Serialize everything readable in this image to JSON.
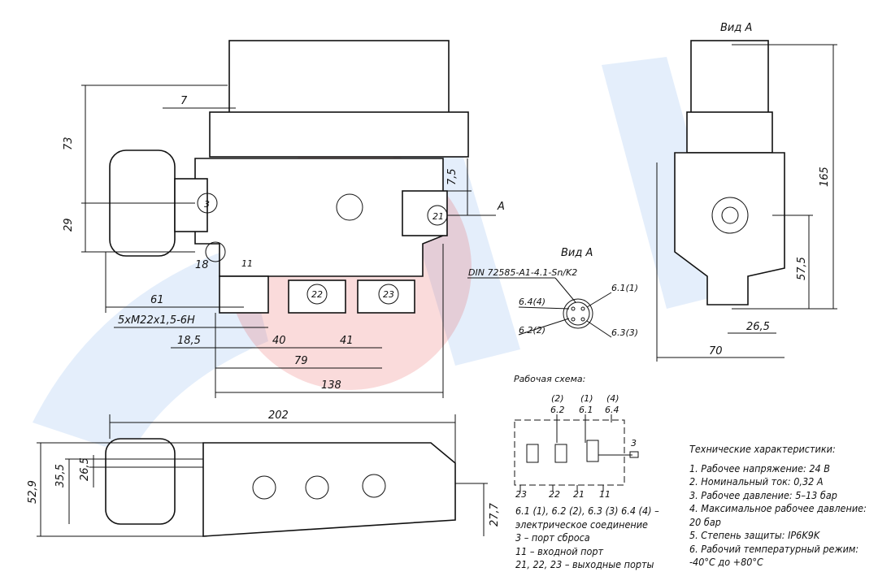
{
  "views": {
    "view_a_title_side": "Вид А",
    "view_a_title_connector": "Вид А",
    "arrow_label": "А"
  },
  "dimensions": {
    "front": [
      "73",
      "29",
      "7",
      "7,5",
      "18",
      "61",
      "5xM22x1,5-6H",
      "18,5",
      "40",
      "41",
      "79",
      "138"
    ],
    "side": [
      "165",
      "57,5",
      "26,5",
      "70"
    ],
    "bottom": [
      "202",
      "52,9",
      "35,5",
      "26,5",
      "27,7"
    ]
  },
  "port_labels": [
    "3",
    "21",
    "11",
    "22",
    "23"
  ],
  "connector": {
    "standard": "DIN 72585-A1-4.1-Sn/K2",
    "pins": [
      "6.1(1)",
      "6.4(4)",
      "6.2(2)",
      "6.3(3)"
    ]
  },
  "schematic": {
    "title": "Рабочая схема:",
    "top_labels": [
      "(2)",
      "(1)",
      "(4)"
    ],
    "top_pins": [
      "6.2",
      "6.1",
      "6.4"
    ],
    "exhaust_label": "3",
    "bottom_ports": [
      "23",
      "22",
      "21",
      "11"
    ],
    "legend": [
      "6.1 (1), 6.2 (2), 6.3 (3) 6.4 (4) –",
      "электрическое соединение",
      "3 – порт сброса",
      "11 – входной порт",
      "21, 22, 23 – выходные порты"
    ]
  },
  "specs": {
    "title": "Технические характеристики:",
    "items": [
      "1. Рабочее напряжение: 24 В",
      "2. Номинальный ток: 0,32 А",
      "3. Рабочее давление: 5–13 бар",
      "4. Максимальное рабочее давление:",
      "20 бар",
      "5. Степень защиты: IP6K9K",
      "6. Рабочий температурный режим:",
      "-40°С до +80°С"
    ]
  },
  "colors": {
    "watermark_blue": "#2b7de0",
    "watermark_red": "#e23a3a",
    "line": "#111111"
  }
}
